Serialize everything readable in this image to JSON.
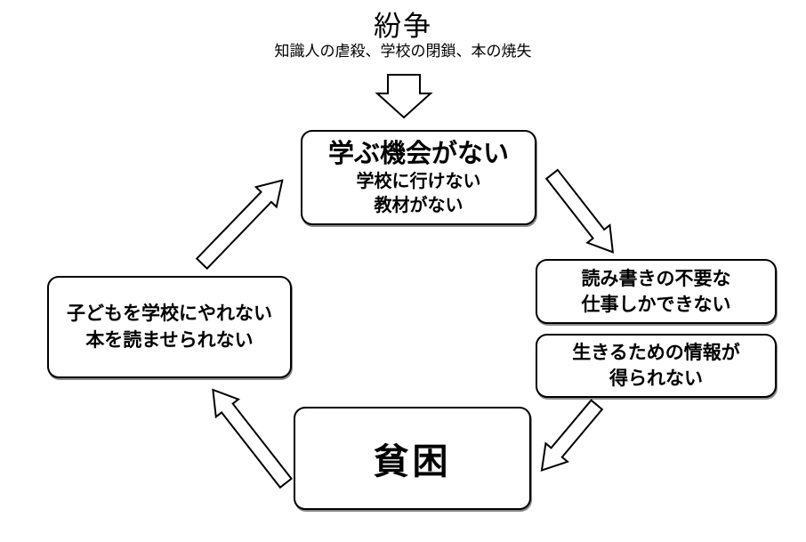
{
  "canvas": {
    "background": "#ffffff",
    "stroke_color": "#000000",
    "fill_color": "#ffffff"
  },
  "header": {
    "title": "紛争",
    "subtitle": "知識人の虐殺、学校の閉鎖、本の焼失"
  },
  "nodes": {
    "learn": {
      "title": "学ぶ機会がない",
      "line1": "学校に行けない",
      "line2": "教材がない"
    },
    "work": {
      "line1": "読み書きの不要な",
      "line2": "仕事しかできない"
    },
    "info": {
      "line1": "生きるための情報が",
      "line2": "得られない"
    },
    "children": {
      "line1": "子どもを学校にやれない",
      "line2": "本を読ませられない"
    },
    "poverty": {
      "title": "貧困"
    }
  },
  "arrows": {
    "conflict_to_learn": "down",
    "learn_to_work": "down-right",
    "info_to_poverty": "down-left",
    "poverty_to_children": "up-left",
    "children_to_learn": "up-right"
  }
}
